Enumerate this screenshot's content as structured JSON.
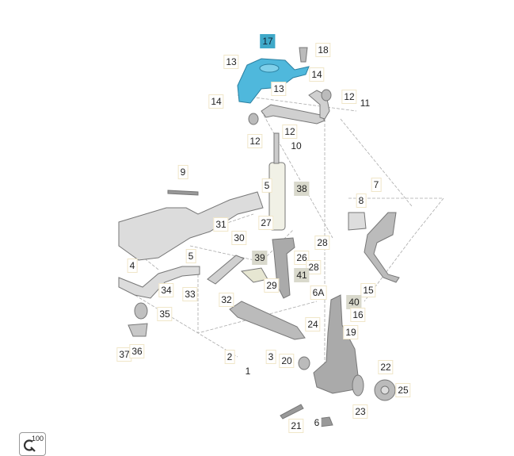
{
  "diagram": {
    "labels": [
      "17",
      "18",
      "13",
      "14",
      "14",
      "13",
      "12",
      "11",
      "12",
      "12",
      "10",
      "9",
      "5",
      "38",
      "7",
      "8",
      "27",
      "31",
      "28",
      "30",
      "5",
      "39",
      "26",
      "4",
      "28",
      "41",
      "29",
      "6A",
      "34",
      "33",
      "32",
      "15",
      "40",
      "35",
      "16",
      "24",
      "19",
      "37",
      "36",
      "2",
      "3",
      "20",
      "1",
      "22",
      "25",
      "23",
      "6",
      "21"
    ],
    "highlight_color": "#3fa9c9",
    "note_color": "#d9d9cc"
  },
  "toolbar": {
    "zoom_level": "100",
    "zoom_icon": "zoom-icon"
  }
}
